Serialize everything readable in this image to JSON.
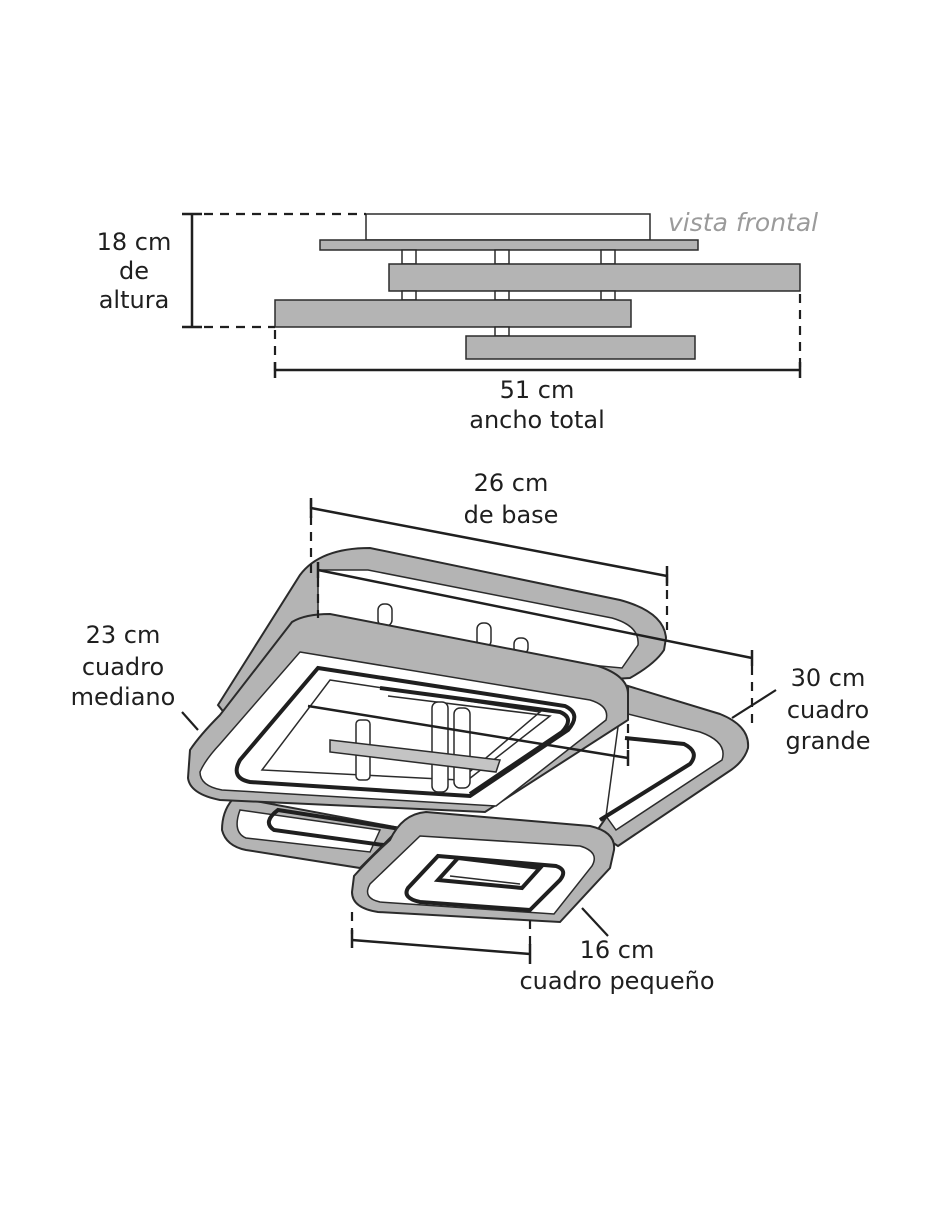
{
  "front_view": {
    "view_label": "vista frontal",
    "height_label": [
      "18 cm",
      "de",
      "altura"
    ],
    "width_label": [
      "51 cm",
      "ancho total"
    ]
  },
  "perspective_view": {
    "base_label": [
      "26 cm",
      "de base"
    ],
    "medium_label": [
      "23 cm",
      "cuadro",
      "mediano"
    ],
    "large_label": [
      "30 cm",
      "cuadro",
      "grande"
    ],
    "small_label": [
      "16 cm",
      "cuadro pequeño"
    ]
  },
  "colors": {
    "plate_fill": "#b4b4b4",
    "line": "#1f1f1f",
    "view_label": "#9b9b9b"
  }
}
